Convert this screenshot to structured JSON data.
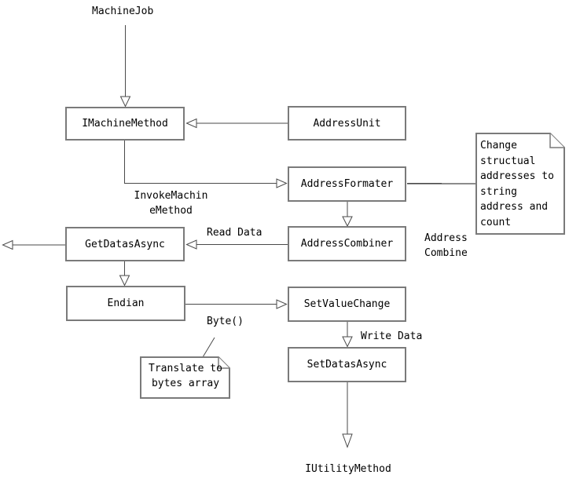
{
  "nodes": {
    "machine_job": "MachineJob",
    "imachine_method": "IMachineMethod",
    "address_unit": "AddressUnit",
    "address_formater": "AddressFormater",
    "address_combiner": "AddressCombiner",
    "get_datas_async": "GetDatasAsync",
    "endian": "Endian",
    "set_value_change": "SetValueChange",
    "set_datas_async": "SetDatasAsync",
    "iutility_method": "IUtilityMethod"
  },
  "edge_labels": {
    "invoke_machine_method": "InvokeMachin\neMethod",
    "read_data": "Read Data",
    "address_combine": "Address\nCombine",
    "byte_call": "Byte()",
    "write_data": "Write Data"
  },
  "notes": {
    "change_structual": "Change\nstructual\naddresses to\nstring\naddress and\ncount",
    "translate_bytes": "Translate to\nbytes array"
  },
  "colors": {
    "connector": "#4a4a4a",
    "box_border": "#7a7a7a",
    "text": "#000000",
    "background": "#ffffff"
  }
}
